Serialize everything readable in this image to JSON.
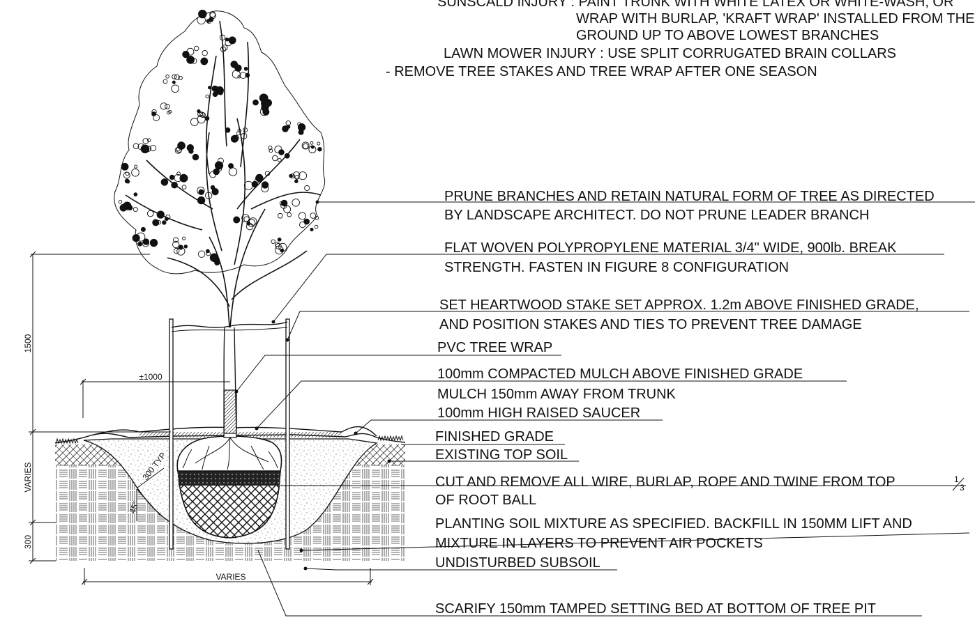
{
  "top_notes": [
    "SUNSCALD INJURY : PAINT TRUNK WITH WHITE LATEX OR WHITE-WASH, OR",
    "WRAP WITH BURLAP, 'KRAFT WRAP' INSTALLED FROM THE",
    "GROUND UP TO ABOVE LOWEST BRANCHES",
    "LAWN MOWER INJURY : USE SPLIT CORRUGATED BRAIN COLLARS",
    "- REMOVE TREE STAKES AND TREE WRAP AFTER ONE SEASON"
  ],
  "callouts": {
    "prune_1": "PRUNE BRANCHES AND RETAIN NATURAL FORM OF TREE AS DIRECTED",
    "prune_2": "BY LANDSCAPE ARCHITECT.  DO NOT PRUNE LEADER BRANCH",
    "tie_1": "FLAT WOVEN POLYPROPYLENE MATERIAL 3/4\" WIDE, 900lb. BREAK",
    "tie_2": "STRENGTH. FASTEN IN FIGURE 8 CONFIGURATION",
    "stake_1": "SET HEARTWOOD STAKE SET APPROX. 1.2m ABOVE FINISHED GRADE,",
    "stake_2": "AND POSITION STAKES AND TIES TO PREVENT TREE DAMAGE",
    "wrap": "PVC TREE WRAP",
    "mulch_1": "100mm COMPACTED MULCH ABOVE FINISHED GRADE",
    "mulch_2": "MULCH 150mm AWAY FROM TRUNK",
    "saucer": "100mm HIGH RAISED SAUCER",
    "grade": "FINISHED GRADE",
    "topsoil": "EXISTING TOP SOIL",
    "cut_1": "CUT AND REMOVE ALL WIRE, BURLAP, ROPE AND TWINE FROM TOP",
    "cut_fraction_num": "1",
    "cut_fraction_den": "3",
    "cut_2": "OF ROOT BALL",
    "soil_1": "PLANTING SOIL MIXTURE AS SPECIFIED.  BACKFILL IN 150MM LIFT AND",
    "soil_2": "MIXTURE IN LAYERS TO PREVENT AIR POCKETS",
    "subsoil": "UNDISTURBED SUBSOIL",
    "scarify": "SCARIFY 150mm TAMPED SETTING BED AT BOTTOM OF TREE PIT"
  },
  "dimensions": {
    "height": "1500",
    "offset": "±1000",
    "depth": "VARIES",
    "bed": "300",
    "width": "VARIES",
    "slope_depth": "300 TYP",
    "angle": "45°"
  }
}
